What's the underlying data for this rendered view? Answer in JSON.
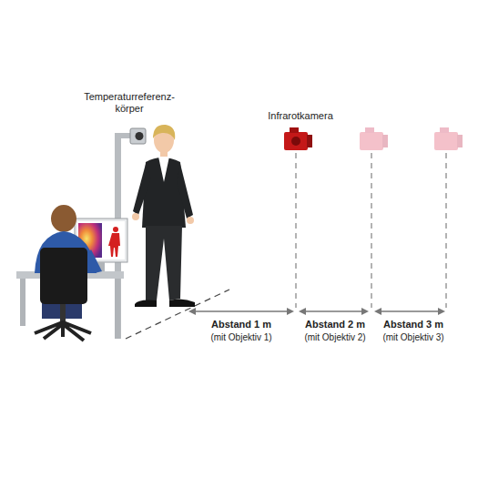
{
  "diagram": {
    "labels": [
      "Temperaturreferenz- körper",
      "Infrarotkamera",
      "Abstand 1 m",
      "(mit Objektiv 1)",
      "Abstand 2 m",
      "(mit Objektiv 2)",
      "Abstand 3 m",
      "(mit Objektiv 3)"
    ]
  }
}
